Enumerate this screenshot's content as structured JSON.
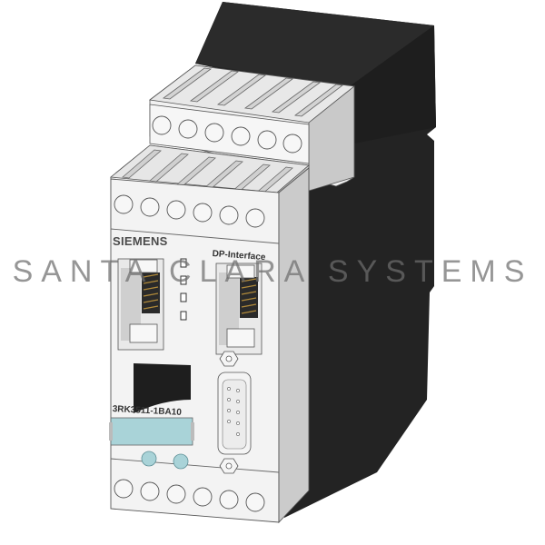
{
  "image": {
    "subject": "Siemens industrial control module with screw terminal blocks",
    "brand_label": "SIEMENS",
    "interface_label": "DP-Interface",
    "part_number": "3RK3511-1BA10",
    "watermark": "SANTA CLARA SYSTEMS",
    "terminal_rows": [
      {
        "position": "top-rear",
        "count": 6
      },
      {
        "position": "top-front",
        "count": 6
      },
      {
        "position": "bottom",
        "count": 6
      }
    ],
    "status_leds": 4,
    "buttons": 2,
    "connectors": [
      "ribbon-connector-left",
      "ribbon-connector-right",
      "sub-d-9-pin"
    ],
    "colors": {
      "housing_front": "#f4f4f4",
      "housing_side": "#c9c9c9",
      "housing_body": "#222222",
      "label_plate": "#a9d3d8",
      "buttons": "#a9d3d8",
      "background": "#ffffff"
    }
  }
}
